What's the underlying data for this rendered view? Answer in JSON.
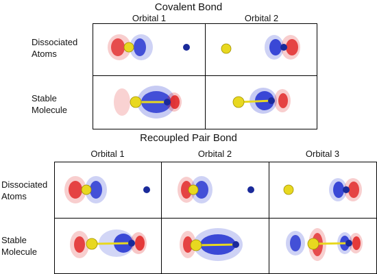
{
  "covalent": {
    "title": "Covalent Bond",
    "columns": [
      "Orbital 1",
      "Orbital 2"
    ],
    "rows": [
      "Dissociated Atoms",
      "Stable Molecule"
    ]
  },
  "recoupled": {
    "title": "Recoupled Pair Bond",
    "columns": [
      "Orbital 1",
      "Orbital 2",
      "Orbital 3"
    ],
    "rows": [
      "Dissociated Atoms",
      "Stable Molecule"
    ]
  },
  "colors": {
    "positive_lobe": "#e02020",
    "negative_lobe": "#2030d0",
    "sulfur_atom": "#e8d820",
    "partner_atom": "#1a2a9a"
  }
}
